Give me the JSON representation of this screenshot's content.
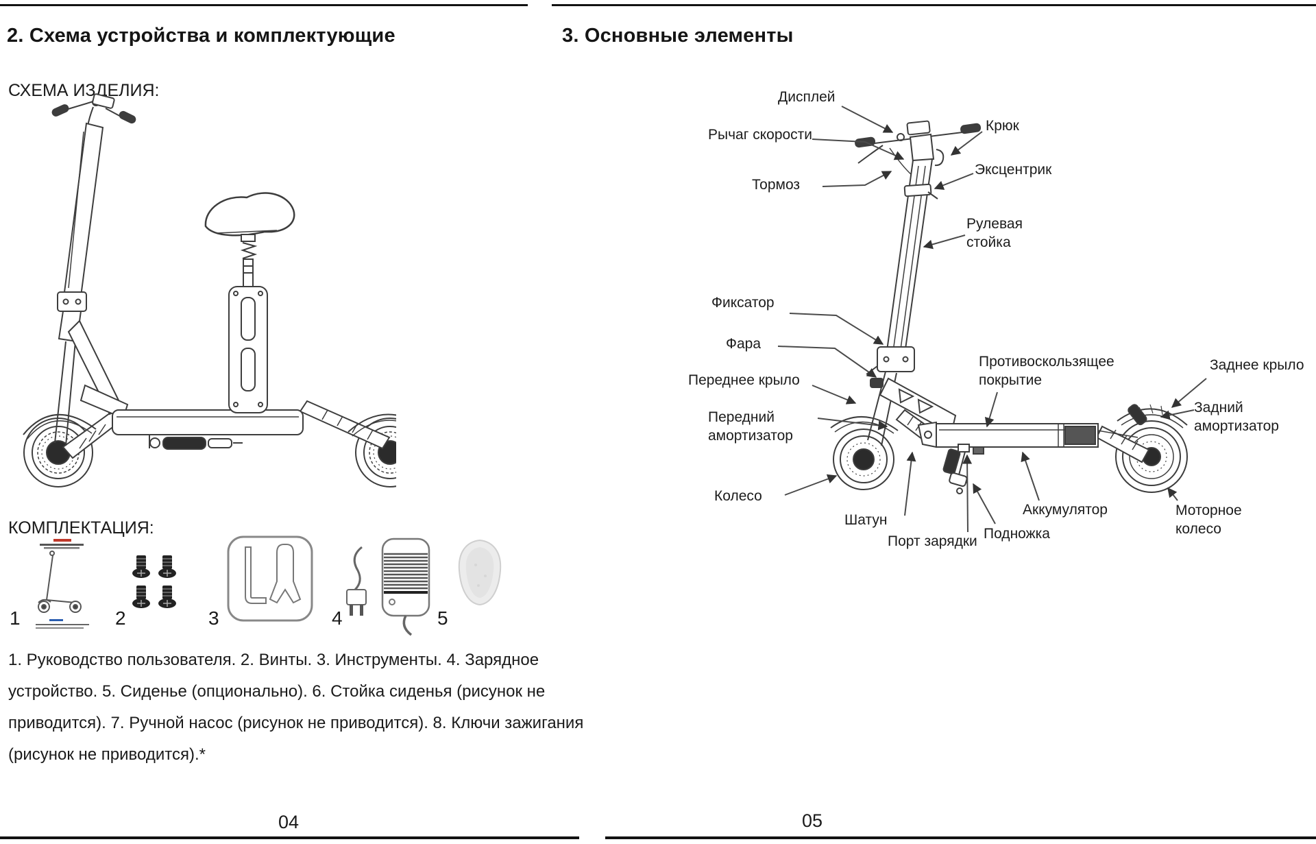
{
  "left_page": {
    "title": "2. Схема устройства и комплектующие",
    "scheme_heading": "СХЕМА ИЗДЕЛИЯ:",
    "package_heading": "КОМПЛЕКТАЦИЯ:",
    "package_items": [
      {
        "number": "1",
        "icon": "manual-icon"
      },
      {
        "number": "2",
        "icon": "screws-icon"
      },
      {
        "number": "3",
        "icon": "tools-icon"
      },
      {
        "number": "4",
        "icon": "charger-icon"
      },
      {
        "number": "5",
        "icon": "seat-icon"
      }
    ],
    "description_lines": [
      "1. Руководство пользователя. 2. Винты. 3. Инструменты. 4. Зарядное",
      "устройство. 5. Сиденье (опционально). 6. Стойка сиденья (рисунок не",
      "приводится). 7. Ручной насос (рисунок не приводится). 8. Ключи зажигания",
      "(рисунок не приводится).*"
    ],
    "page_number": "04"
  },
  "right_page": {
    "title": "3. Основные элементы",
    "labels": [
      {
        "text": "Дисплей"
      },
      {
        "text": "Рычаг скорости"
      },
      {
        "text": "Тормоз"
      },
      {
        "text": "Крюк"
      },
      {
        "text": "Эксцентрик"
      },
      {
        "text": "Рулевая\nстойка"
      },
      {
        "text": "Фиксатор"
      },
      {
        "text": "Фара"
      },
      {
        "text": "Переднее крыло"
      },
      {
        "text": "Передний\nамортизатор"
      },
      {
        "text": "Колесо"
      },
      {
        "text": "Шатун"
      },
      {
        "text": "Порт зарядки"
      },
      {
        "text": "Подножка"
      },
      {
        "text": "Аккумулятор"
      },
      {
        "text": "Противоскользящее\nпокрытие"
      },
      {
        "text": "Заднее крыло"
      },
      {
        "text": "Задний\nамортизатор"
      },
      {
        "text": "Моторное\nколесо"
      }
    ],
    "page_number": "05"
  },
  "colors": {
    "ink": "#1a1a1a",
    "drawing_stroke": "#3d3d3d",
    "manual_accent_red": "#c0392b",
    "manual_accent_blue": "#2a5db0"
  }
}
